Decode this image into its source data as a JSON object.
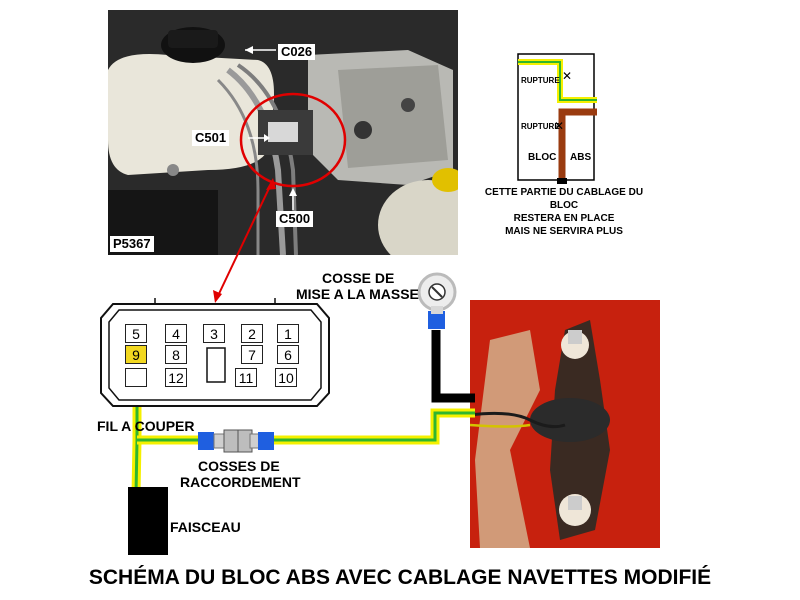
{
  "photo": {
    "labels": {
      "c026": "C026",
      "c501": "C501",
      "c500": "C500",
      "ref": "P5367"
    }
  },
  "legend": {
    "rupture_top": "RUPTURE",
    "rupture_bottom": "RUPTURE",
    "bloc": "BLOC",
    "abs": "ABS",
    "note_line1": "CETTE PARTIE DU CABLAGE DU BLOC",
    "note_line2": "RESTERA EN PLACE",
    "note_line3": "MAIS NE SERVIRA PLUS"
  },
  "connector": {
    "pins_top": [
      "5",
      "4",
      "3",
      "2",
      "1"
    ],
    "pins_mid": [
      "9",
      "8",
      "",
      "7",
      "6"
    ],
    "pins_bot": [
      "",
      "12",
      "",
      "11",
      "10"
    ],
    "highlighted_pin": "9"
  },
  "labels": {
    "cosse_masse_1": "COSSE DE",
    "cosse_masse_2": "MISE A LA MASSE",
    "fil_a_couper": "FIL A COUPER",
    "cosses_raccord_1": "COSSES DE",
    "cosses_raccord_2": "RACCORDEMENT",
    "faisceau": "FAISCEAU"
  },
  "title": "SCHÉMA DU BLOC ABS AVEC CABLAGE NAVETTES MODIFIÉ",
  "colors": {
    "wire_yellow": "#f5f000",
    "wire_green": "#2fb52f",
    "wire_brown": "#9a3b10",
    "wire_black": "#000000",
    "connector_blue": "#1f5fe0",
    "arrow_red": "#e00000",
    "photo_bg": "#c7210e"
  }
}
